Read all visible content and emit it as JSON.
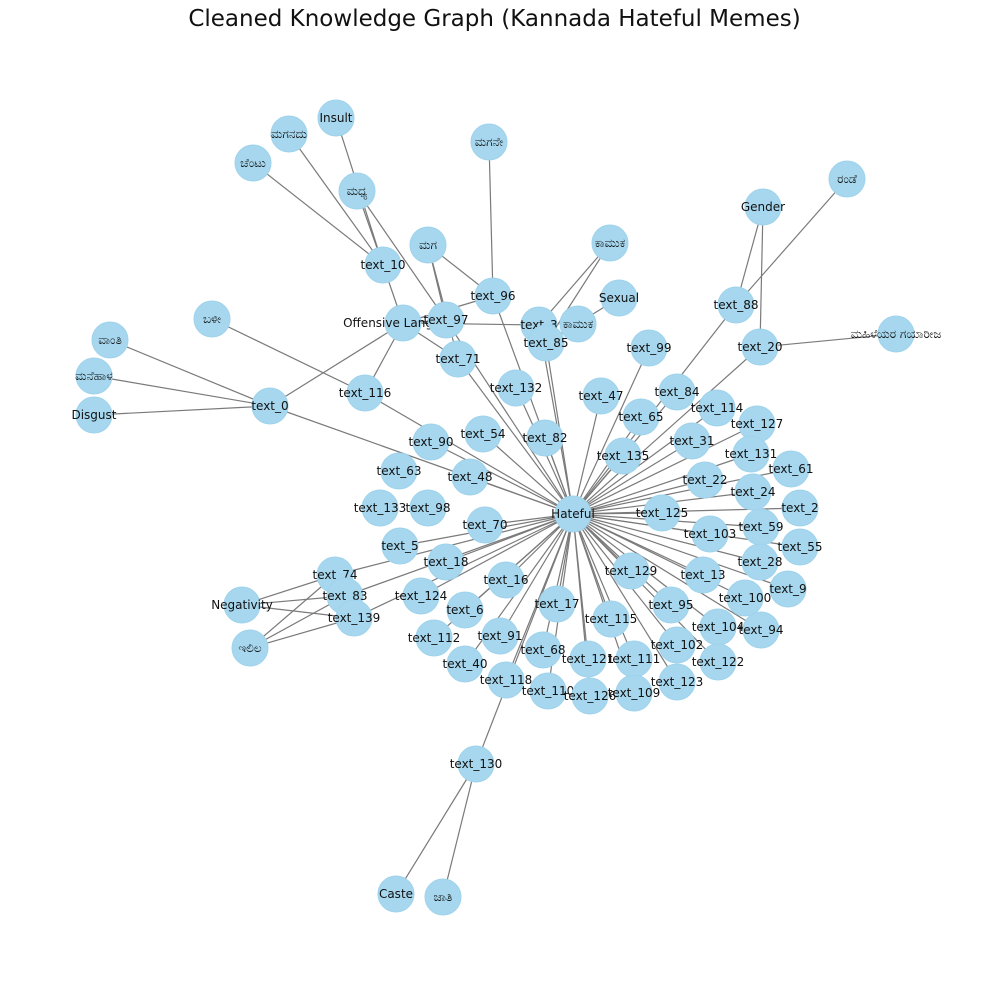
{
  "title": "Cleaned Knowledge Graph (Kannada Hateful Memes)",
  "colors": {
    "node": "#a6d7ee",
    "edge": "#7a7a7a",
    "text": "#111111"
  },
  "nodes": [
    {
      "id": "Hateful",
      "label": "Hateful"
    },
    {
      "id": "Offensive Language",
      "label": "Offensive Language"
    },
    {
      "id": "Insult",
      "label": "Insult"
    },
    {
      "id": "maganadu",
      "label": "ಮಗನದು"
    },
    {
      "id": "chentu",
      "label": "ಚೆಂಟು"
    },
    {
      "id": "maddheya",
      "label": "ಮಧ್ಯ"
    },
    {
      "id": "maga",
      "label": "ಮಗ"
    },
    {
      "id": "magane",
      "label": "ಮಗನೇ"
    },
    {
      "id": "kamuka",
      "label": "ಕಾಮುಕ"
    },
    {
      "id": "Sexual",
      "label": "Sexual"
    },
    {
      "id": "kamaka",
      "label": "ಕಾಮುಕ"
    },
    {
      "id": "Gender",
      "label": "Gender"
    },
    {
      "id": "rande",
      "label": "ರಂಡೆ"
    },
    {
      "id": "mahile",
      "label": "ಮಹಿಳೆಯರ ಗಯಾರೀಜ"
    },
    {
      "id": "bali",
      "label": "ಬಳೀ"
    },
    {
      "id": "vanthi",
      "label": "ವಾಂತಿ"
    },
    {
      "id": "manehala",
      "label": "ಮನೆಹಾಳ"
    },
    {
      "id": "Disgust",
      "label": "Disgust"
    },
    {
      "id": "Negativity",
      "label": "Negativity"
    },
    {
      "id": "illa",
      "label": "ಇಲಿಲ"
    },
    {
      "id": "Caste",
      "label": "Caste"
    },
    {
      "id": "jaati",
      "label": "ಜಾತಿ"
    },
    {
      "id": "text_10",
      "label": "text_10"
    },
    {
      "id": "text_96",
      "label": "text_96"
    },
    {
      "id": "text_97",
      "label": "text_97"
    },
    {
      "id": "text_71",
      "label": "text_71"
    },
    {
      "id": "text_3",
      "label": "text_3"
    },
    {
      "id": "text_85",
      "label": "text_85"
    },
    {
      "id": "text_88",
      "label": "text_88"
    },
    {
      "id": "text_20",
      "label": "text_20"
    },
    {
      "id": "text_99",
      "label": "text_99"
    },
    {
      "id": "text_0",
      "label": "text_0"
    },
    {
      "id": "text_116",
      "label": "text_116"
    },
    {
      "id": "text_132",
      "label": "text_132"
    },
    {
      "id": "text_47",
      "label": "text_47"
    },
    {
      "id": "text_84",
      "label": "text_84"
    },
    {
      "id": "text_65",
      "label": "text_65"
    },
    {
      "id": "text_114",
      "label": "text_114"
    },
    {
      "id": "text_127",
      "label": "text_127"
    },
    {
      "id": "text_90",
      "label": "text_90"
    },
    {
      "id": "text_54",
      "label": "text_54"
    },
    {
      "id": "text_82",
      "label": "text_82"
    },
    {
      "id": "text_31",
      "label": "text_31"
    },
    {
      "id": "text_135",
      "label": "text_135"
    },
    {
      "id": "text_131",
      "label": "text_131"
    },
    {
      "id": "text_61",
      "label": "text_61"
    },
    {
      "id": "text_63",
      "label": "text_63"
    },
    {
      "id": "text_48",
      "label": "text_48"
    },
    {
      "id": "text_22",
      "label": "text_22"
    },
    {
      "id": "text_24",
      "label": "text_24"
    },
    {
      "id": "text_133",
      "label": "text_133"
    },
    {
      "id": "text_98",
      "label": "text_98"
    },
    {
      "id": "text_125",
      "label": "text_125"
    },
    {
      "id": "text_2",
      "label": "text_2"
    },
    {
      "id": "text_70",
      "label": "text_70"
    },
    {
      "id": "text_59",
      "label": "text_59"
    },
    {
      "id": "text_103",
      "label": "text_103"
    },
    {
      "id": "text_5",
      "label": "text_5"
    },
    {
      "id": "text_55",
      "label": "text_55"
    },
    {
      "id": "text_18",
      "label": "text_18"
    },
    {
      "id": "text_28",
      "label": "text_28"
    },
    {
      "id": "text_74",
      "label": "text_74"
    },
    {
      "id": "text_129",
      "label": "text_129"
    },
    {
      "id": "text_13",
      "label": "text_13"
    },
    {
      "id": "text_16",
      "label": "text_16"
    },
    {
      "id": "text_9",
      "label": "text_9"
    },
    {
      "id": "text_83",
      "label": "text_83"
    },
    {
      "id": "text_124",
      "label": "text_124"
    },
    {
      "id": "text_100",
      "label": "text_100"
    },
    {
      "id": "text_6",
      "label": "text_6"
    },
    {
      "id": "text_17",
      "label": "text_17"
    },
    {
      "id": "text_95",
      "label": "text_95"
    },
    {
      "id": "text_139",
      "label": "text_139"
    },
    {
      "id": "text_115",
      "label": "text_115"
    },
    {
      "id": "text_104",
      "label": "text_104"
    },
    {
      "id": "text_94",
      "label": "text_94"
    },
    {
      "id": "text_112",
      "label": "text_112"
    },
    {
      "id": "text_91",
      "label": "text_91"
    },
    {
      "id": "text_102",
      "label": "text_102"
    },
    {
      "id": "text_68",
      "label": "text_68"
    },
    {
      "id": "text_121",
      "label": "text_121"
    },
    {
      "id": "text_111",
      "label": "text_111"
    },
    {
      "id": "text_122",
      "label": "text_122"
    },
    {
      "id": "text_40",
      "label": "text_40"
    },
    {
      "id": "text_118",
      "label": "text_118"
    },
    {
      "id": "text_123",
      "label": "text_123"
    },
    {
      "id": "text_110",
      "label": "text_110"
    },
    {
      "id": "text_126",
      "label": "text_126"
    },
    {
      "id": "text_109",
      "label": "text_109"
    },
    {
      "id": "text_130",
      "label": "text_130"
    }
  ],
  "edges": [
    [
      "text_10",
      "Insult"
    ],
    [
      "text_10",
      "maganadu"
    ],
    [
      "text_10",
      "chentu"
    ],
    [
      "text_10",
      "maddheya"
    ],
    [
      "text_10",
      "Offensive Language"
    ],
    [
      "text_96",
      "magane"
    ],
    [
      "text_96",
      "maga"
    ],
    [
      "text_96",
      "Offensive Language"
    ],
    [
      "text_96",
      "Hateful"
    ],
    [
      "text_97",
      "maddheya"
    ],
    [
      "text_97",
      "maga"
    ],
    [
      "text_97",
      "Offensive Language"
    ],
    [
      "text_97",
      "Hateful"
    ],
    [
      "text_71",
      "maga"
    ],
    [
      "text_71",
      "Offensive Language"
    ],
    [
      "text_71",
      "Hateful"
    ],
    [
      "text_3",
      "kamuka"
    ],
    [
      "text_3",
      "Offensive Language"
    ],
    [
      "text_3",
      "Hateful"
    ],
    [
      "text_85",
      "kamuka"
    ],
    [
      "text_85",
      "Sexual"
    ],
    [
      "text_85",
      "kamaka"
    ],
    [
      "text_85",
      "Hateful"
    ],
    [
      "text_88",
      "Gender"
    ],
    [
      "text_88",
      "rande"
    ],
    [
      "text_88",
      "Hateful"
    ],
    [
      "text_20",
      "Gender"
    ],
    [
      "text_20",
      "mahile"
    ],
    [
      "text_20",
      "Hateful"
    ],
    [
      "text_0",
      "vanthi"
    ],
    [
      "text_0",
      "manehala"
    ],
    [
      "text_0",
      "Disgust"
    ],
    [
      "text_0",
      "Offensive Language"
    ],
    [
      "text_0",
      "Hateful"
    ],
    [
      "text_116",
      "bali"
    ],
    [
      "text_116",
      "Offensive Language"
    ],
    [
      "text_116",
      "Hateful"
    ],
    [
      "text_74",
      "Negativity"
    ],
    [
      "text_74",
      "illa"
    ],
    [
      "text_74",
      "Hateful"
    ],
    [
      "text_83",
      "Negativity"
    ],
    [
      "text_83",
      "illa"
    ],
    [
      "text_83",
      "Hateful"
    ],
    [
      "text_139",
      "Negativity"
    ],
    [
      "text_139",
      "illa"
    ],
    [
      "text_139",
      "Hateful"
    ],
    [
      "text_130",
      "Caste"
    ],
    [
      "text_130",
      "jaati"
    ],
    [
      "text_130",
      "Hateful"
    ],
    [
      "text_99",
      "Hateful"
    ],
    [
      "text_132",
      "Hateful"
    ],
    [
      "text_47",
      "Hateful"
    ],
    [
      "text_84",
      "Hateful"
    ],
    [
      "text_65",
      "Hateful"
    ],
    [
      "text_114",
      "Hateful"
    ],
    [
      "text_127",
      "Hateful"
    ],
    [
      "text_90",
      "Hateful"
    ],
    [
      "text_54",
      "Hateful"
    ],
    [
      "text_82",
      "Hateful"
    ],
    [
      "text_31",
      "Hateful"
    ],
    [
      "text_135",
      "Hateful"
    ],
    [
      "text_131",
      "Hateful"
    ],
    [
      "text_61",
      "Hateful"
    ],
    [
      "text_48",
      "Hateful"
    ],
    [
      "text_22",
      "Hateful"
    ],
    [
      "text_24",
      "Hateful"
    ],
    [
      "text_125",
      "Hateful"
    ],
    [
      "text_2",
      "Hateful"
    ],
    [
      "text_70",
      "Hateful"
    ],
    [
      "text_59",
      "Hateful"
    ],
    [
      "text_103",
      "Hateful"
    ],
    [
      "text_5",
      "Hateful"
    ],
    [
      "text_55",
      "Hateful"
    ],
    [
      "text_18",
      "Hateful"
    ],
    [
      "text_28",
      "Hateful"
    ],
    [
      "text_129",
      "Hateful"
    ],
    [
      "text_13",
      "Hateful"
    ],
    [
      "text_16",
      "Hateful"
    ],
    [
      "text_9",
      "Hateful"
    ],
    [
      "text_124",
      "Hateful"
    ],
    [
      "text_100",
      "Hateful"
    ],
    [
      "text_6",
      "Hateful"
    ],
    [
      "text_17",
      "Hateful"
    ],
    [
      "text_95",
      "Hateful"
    ],
    [
      "text_115",
      "Hateful"
    ],
    [
      "text_104",
      "Hateful"
    ],
    [
      "text_94",
      "Hateful"
    ],
    [
      "text_112",
      "Hateful"
    ],
    [
      "text_91",
      "Hateful"
    ],
    [
      "text_102",
      "Hateful"
    ],
    [
      "text_68",
      "Hateful"
    ],
    [
      "text_121",
      "Hateful"
    ],
    [
      "text_111",
      "Hateful"
    ],
    [
      "text_122",
      "Hateful"
    ],
    [
      "text_40",
      "Hateful"
    ],
    [
      "text_118",
      "Hateful"
    ],
    [
      "text_123",
      "Hateful"
    ],
    [
      "text_110",
      "Hateful"
    ],
    [
      "text_126",
      "Hateful"
    ],
    [
      "text_109",
      "Hateful"
    ]
  ]
}
